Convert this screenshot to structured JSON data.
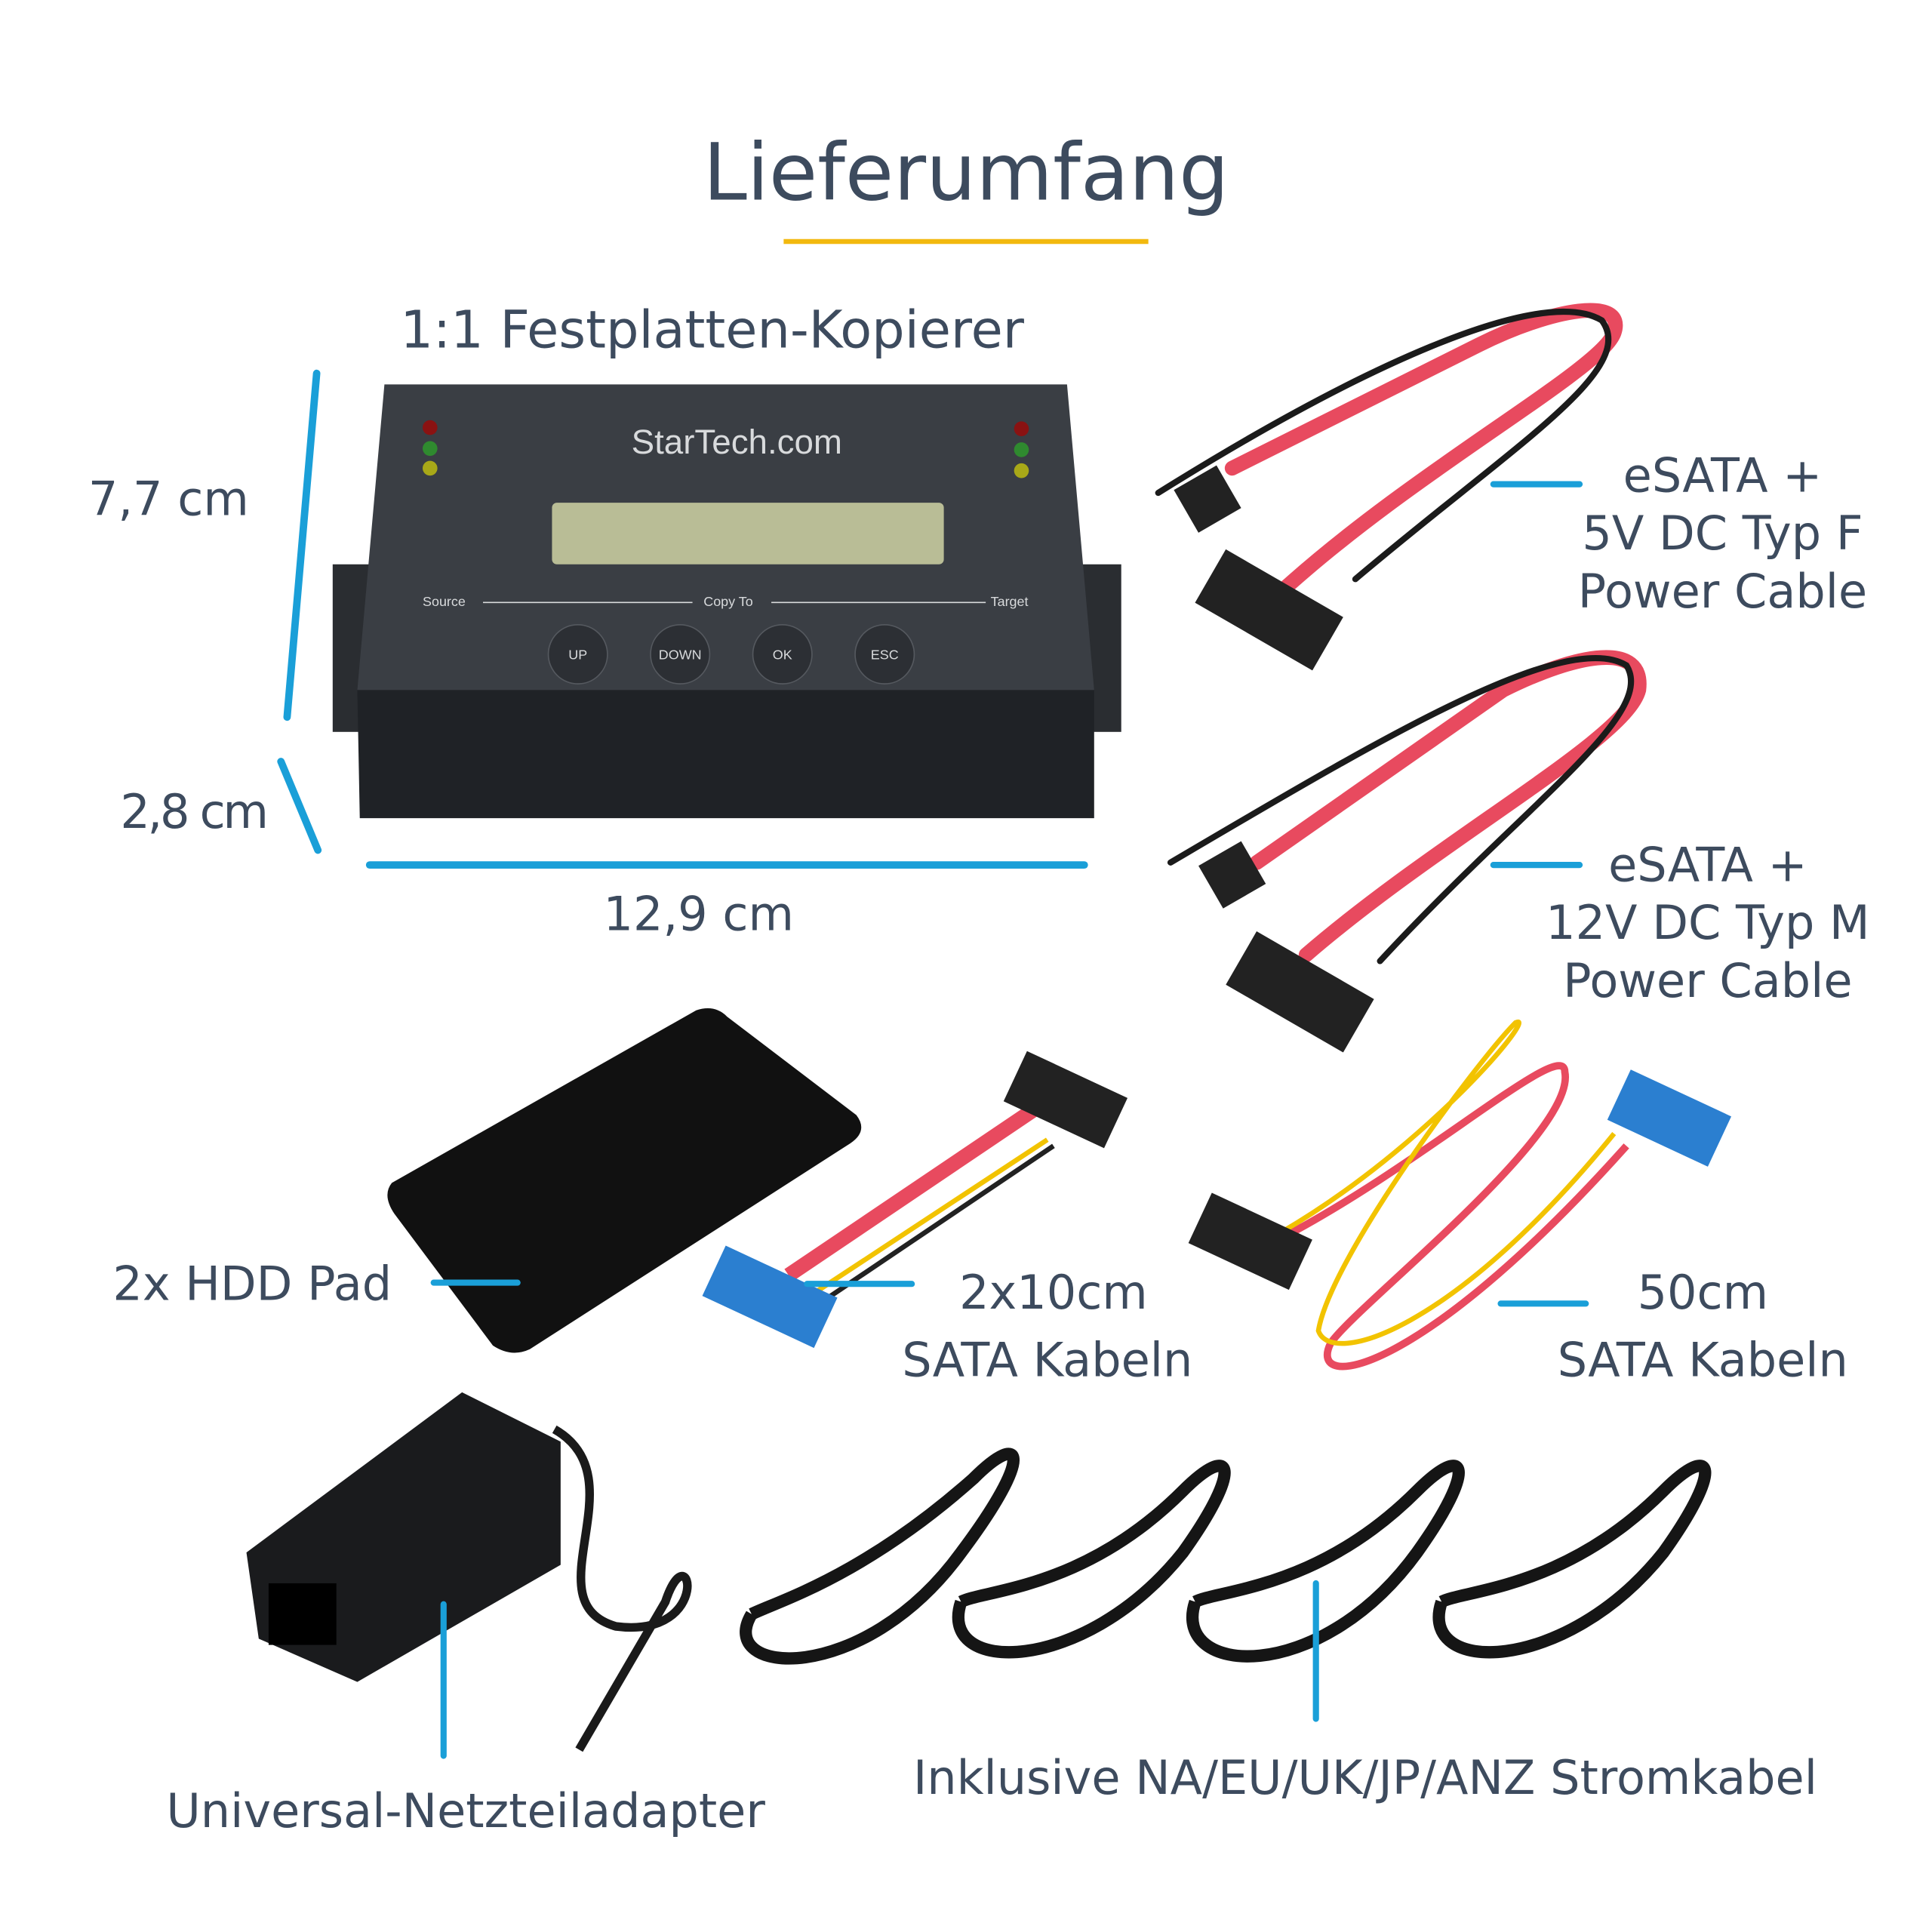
{
  "title": "Lieferumfang",
  "colors": {
    "accent_yellow": "#f2b90f",
    "callout_blue": "#1a9fd8",
    "text": "#3d4b5e"
  },
  "device": {
    "label": "1:1 Festplatten-Kopierer",
    "brand": "StarTech.com",
    "flow": {
      "source": "Source",
      "copy_to": "Copy To",
      "target": "Target"
    },
    "buttons": [
      "UP",
      "DOWN",
      "OK",
      "ESC"
    ],
    "dimensions": {
      "height": "7,7 cm",
      "depth": "2,8 cm",
      "width": "12,9 cm"
    }
  },
  "items": {
    "esata_5v": [
      "eSATA +",
      "5V DC Typ F",
      "Power Cable"
    ],
    "esata_12v": [
      "eSATA +",
      "12V DC Typ M",
      "Power Cable"
    ],
    "hdd_pad": "2x HDD Pad",
    "sata_short": [
      "2x10cm",
      "SATA Kabeln"
    ],
    "sata_long": [
      "50cm",
      "SATA Kabeln"
    ],
    "power_adapter": "Universal-Netzteiladapter",
    "power_cords": "Inklusive NA/EU/UK/JP/ANZ Stromkabel"
  }
}
